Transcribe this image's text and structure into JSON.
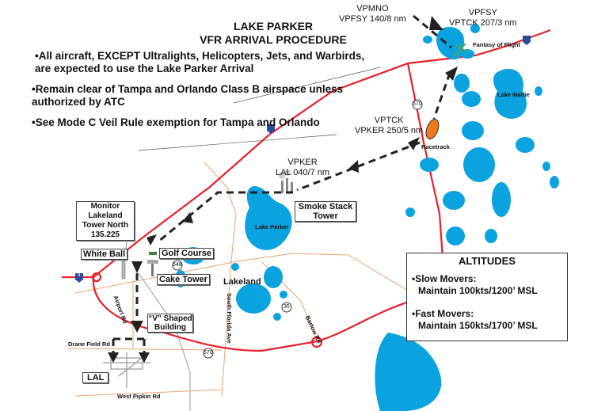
{
  "title": {
    "line1": "LAKE PARKER",
    "line2": "VFR ARRIVAL PROCEDURE"
  },
  "notes": [
    "•All aircraft, EXCEPT Ultralights, Helicopters, Jets, and Warbirds, are expected to use the Lake Parker Arrival",
    "•Remain clear of Tampa and Orlando Class B airspace unless authorized by ATC",
    "•See Mode C Veil Rule exemption for Tampa and Orlando"
  ],
  "waypoints": {
    "vpmno": {
      "line1": "VPMNO",
      "line2": "VPFSY 140/8 nm"
    },
    "vpfsy": {
      "line1": "VPFSY",
      "line2": "VPTCK 207/3 nm"
    },
    "vptck": {
      "line1": "VPTCK",
      "line2": "VPKER 250/5 nm"
    },
    "vpker": {
      "line1": "VPKER",
      "line2": "LAL 040/7 nm"
    }
  },
  "landmarks": {
    "fantasy_of_flight": "Fantasy of Flight",
    "lake_mattie": "Lake Mattie",
    "racetrack": "Racetrack",
    "smoke_stack_tower": "Smoke Stack Tower",
    "lake_parker": "Lake Parker",
    "lakeland": "Lakeland",
    "golf_course": "Golf Course",
    "white_ball": "White Ball",
    "cake_tower": "Cake Tower",
    "v_building": "“V” Shaped Building",
    "lal": "LAL"
  },
  "monitor": {
    "line1": "Monitor",
    "line2": "Lakeland",
    "line3": "Tower North",
    "line4": "135.225"
  },
  "roads": {
    "airport_rd": "Airport Rd",
    "south_florida_ave": "South Florida Ave",
    "barlow_rd": "Bartow Rd",
    "drane_field_rd": "Drane Field Rd",
    "west_pipkin_rd": "West Pipkin Rd",
    "shield_570_a": "570",
    "shield_570_b": "570",
    "shield_548": "548",
    "shield_35": "35",
    "interstate": "4"
  },
  "altitudes": {
    "heading": "ALTITUDES",
    "slow_label": "•Slow Movers:",
    "slow_value": "Maintain 100kts/1200’ MSL",
    "fast_label": "•Fast Movers:",
    "fast_value": "Maintain 150kts/1700’ MSL"
  },
  "colors": {
    "water": "#0aa3e0",
    "highway": "#e8202a",
    "minor_road": "#f0a070",
    "racetrack": "#f07a1a",
    "route": "#222222"
  }
}
